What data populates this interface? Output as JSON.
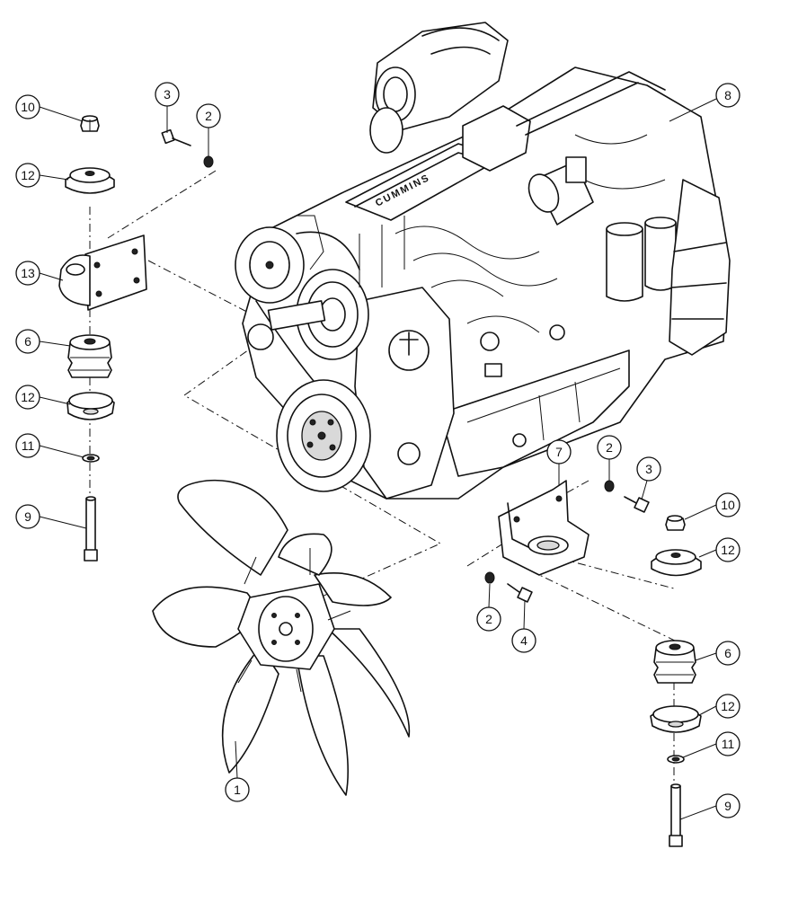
{
  "diagram": {
    "engine_brand_text": "CUMMINS",
    "callouts": [
      {
        "label": "10"
      },
      {
        "label": "12"
      },
      {
        "label": "13"
      },
      {
        "label": "6"
      },
      {
        "label": "12"
      },
      {
        "label": "11"
      },
      {
        "label": "9"
      },
      {
        "label": "3"
      },
      {
        "label": "2"
      },
      {
        "label": "8"
      },
      {
        "label": "7"
      },
      {
        "label": "2"
      },
      {
        "label": "3"
      },
      {
        "label": "10"
      },
      {
        "label": "12"
      },
      {
        "label": "2"
      },
      {
        "label": "4"
      },
      {
        "label": "6"
      },
      {
        "label": "12"
      },
      {
        "label": "11"
      },
      {
        "label": "9"
      },
      {
        "label": "1"
      }
    ]
  }
}
